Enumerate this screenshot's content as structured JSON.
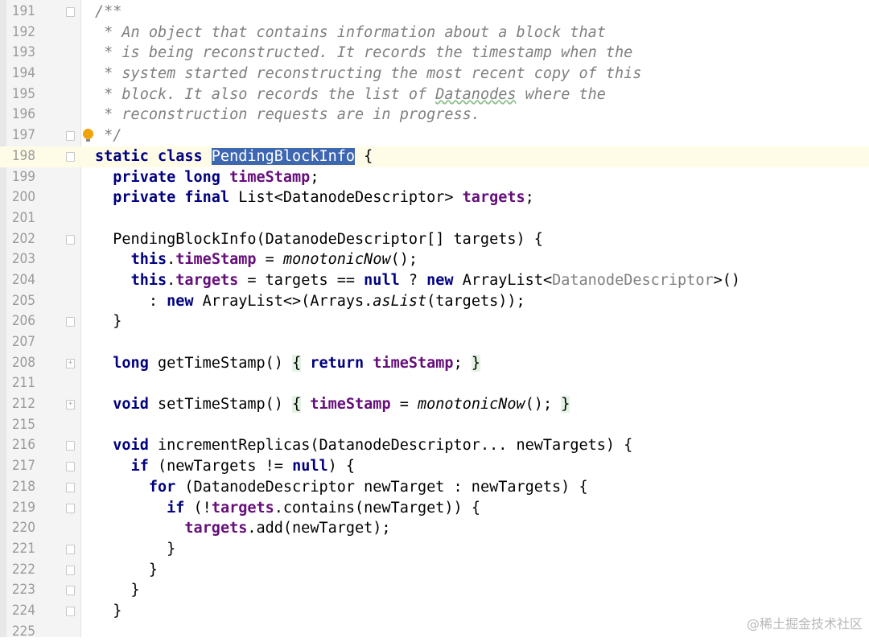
{
  "editor": {
    "current_line": 198,
    "lines": [
      {
        "n": "191",
        "fold": "minus",
        "tokens": [
          [
            "c",
            "/**"
          ]
        ]
      },
      {
        "n": "192",
        "tokens": [
          [
            "c",
            " * An object that contains information about a block that"
          ]
        ]
      },
      {
        "n": "193",
        "tokens": [
          [
            "c",
            " * is being reconstructed. It records the timestamp when the"
          ]
        ]
      },
      {
        "n": "194",
        "tokens": [
          [
            "c",
            " * system started reconstructing the most recent copy of this"
          ]
        ]
      },
      {
        "n": "195",
        "tokens": [
          [
            "c",
            " * block. It also records the list of "
          ],
          [
            "c u",
            "Datanodes"
          ],
          [
            "c",
            " where the"
          ]
        ]
      },
      {
        "n": "196",
        "tokens": [
          [
            "c",
            " * reconstruction requests are in progress."
          ]
        ]
      },
      {
        "n": "197",
        "fold": "minus",
        "bulb": true,
        "tokens": [
          [
            "c",
            " */"
          ]
        ]
      },
      {
        "n": "198",
        "fold": "minus",
        "tokens": [
          [
            "k",
            "static class "
          ],
          [
            "sel",
            "PendingBlockInfo"
          ],
          [
            "t",
            " {"
          ]
        ]
      },
      {
        "n": "199",
        "tokens": [
          [
            "t",
            "  "
          ],
          [
            "k",
            "private long "
          ],
          [
            "f",
            "timeStamp"
          ],
          [
            "t",
            ";"
          ]
        ]
      },
      {
        "n": "200",
        "tokens": [
          [
            "t",
            "  "
          ],
          [
            "k",
            "private final "
          ],
          [
            "t",
            "List<DatanodeDescriptor> "
          ],
          [
            "f",
            "targets"
          ],
          [
            "t",
            ";"
          ]
        ]
      },
      {
        "n": "201",
        "tokens": []
      },
      {
        "n": "202",
        "fold": "minus",
        "tokens": [
          [
            "t",
            "  PendingBlockInfo(DatanodeDescriptor[] targets) {"
          ]
        ]
      },
      {
        "n": "203",
        "tokens": [
          [
            "t",
            "    "
          ],
          [
            "k",
            "this"
          ],
          [
            "t",
            "."
          ],
          [
            "f",
            "timeStamp"
          ],
          [
            "t",
            " = "
          ],
          [
            "s",
            "monotonicNow"
          ],
          [
            "t",
            "();"
          ]
        ]
      },
      {
        "n": "204",
        "tokens": [
          [
            "t",
            "    "
          ],
          [
            "k",
            "this"
          ],
          [
            "t",
            "."
          ],
          [
            "f",
            "targets"
          ],
          [
            "t",
            " = targets == "
          ],
          [
            "k",
            "null"
          ],
          [
            "t",
            " ? "
          ],
          [
            "k",
            "new"
          ],
          [
            "t",
            " ArrayList<"
          ],
          [
            "g",
            "DatanodeDescriptor"
          ],
          [
            "t",
            ">()"
          ]
        ]
      },
      {
        "n": "205",
        "tokens": [
          [
            "t",
            "      : "
          ],
          [
            "k",
            "new"
          ],
          [
            "t",
            " ArrayList<>(Arrays."
          ],
          [
            "s",
            "asList"
          ],
          [
            "t",
            "(targets));"
          ]
        ]
      },
      {
        "n": "206",
        "fold": "minus",
        "tokens": [
          [
            "t",
            "  }"
          ]
        ]
      },
      {
        "n": "207",
        "tokens": []
      },
      {
        "n": "208",
        "fold": "plus",
        "tokens": [
          [
            "t",
            "  "
          ],
          [
            "k",
            "long"
          ],
          [
            "t",
            " getTimeStamp() "
          ],
          [
            "fb",
            "{"
          ],
          [
            "t",
            " "
          ],
          [
            "k",
            "return"
          ],
          [
            "t",
            " "
          ],
          [
            "f",
            "timeStamp"
          ],
          [
            "t",
            "; "
          ],
          [
            "fb",
            "}"
          ]
        ]
      },
      {
        "n": "211",
        "tokens": []
      },
      {
        "n": "212",
        "fold": "plus",
        "tokens": [
          [
            "t",
            "  "
          ],
          [
            "k",
            "void"
          ],
          [
            "t",
            " setTimeStamp() "
          ],
          [
            "fb",
            "{"
          ],
          [
            "t",
            " "
          ],
          [
            "f",
            "timeStamp"
          ],
          [
            "t",
            " = "
          ],
          [
            "s",
            "monotonicNow"
          ],
          [
            "t",
            "(); "
          ],
          [
            "fb",
            "}"
          ]
        ]
      },
      {
        "n": "215",
        "tokens": []
      },
      {
        "n": "216",
        "fold": "minus",
        "tokens": [
          [
            "t",
            "  "
          ],
          [
            "k",
            "void"
          ],
          [
            "t",
            " incrementReplicas(DatanodeDescriptor... newTargets) {"
          ]
        ]
      },
      {
        "n": "217",
        "fold": "minus",
        "tokens": [
          [
            "t",
            "    "
          ],
          [
            "k",
            "if"
          ],
          [
            "t",
            " (newTargets != "
          ],
          [
            "k",
            "null"
          ],
          [
            "t",
            ") {"
          ]
        ]
      },
      {
        "n": "218",
        "fold": "minus",
        "tokens": [
          [
            "t",
            "      "
          ],
          [
            "k",
            "for"
          ],
          [
            "t",
            " (DatanodeDescriptor newTarget : newTargets) {"
          ]
        ]
      },
      {
        "n": "219",
        "fold": "minus",
        "tokens": [
          [
            "t",
            "        "
          ],
          [
            "k",
            "if"
          ],
          [
            "t",
            " (!"
          ],
          [
            "f",
            "targets"
          ],
          [
            "t",
            ".contains(newTarget)) {"
          ]
        ]
      },
      {
        "n": "220",
        "tokens": [
          [
            "t",
            "          "
          ],
          [
            "f",
            "targets"
          ],
          [
            "t",
            ".add(newTarget);"
          ]
        ]
      },
      {
        "n": "221",
        "fold": "minus",
        "tokens": [
          [
            "t",
            "        }"
          ]
        ]
      },
      {
        "n": "222",
        "fold": "minus",
        "tokens": [
          [
            "t",
            "      }"
          ]
        ]
      },
      {
        "n": "223",
        "fold": "minus",
        "tokens": [
          [
            "t",
            "    }"
          ]
        ]
      },
      {
        "n": "224",
        "fold": "minus",
        "tokens": [
          [
            "t",
            "  }"
          ]
        ]
      },
      {
        "n": "225",
        "tokens": []
      }
    ]
  },
  "watermark": "@稀土掘金技术社区"
}
